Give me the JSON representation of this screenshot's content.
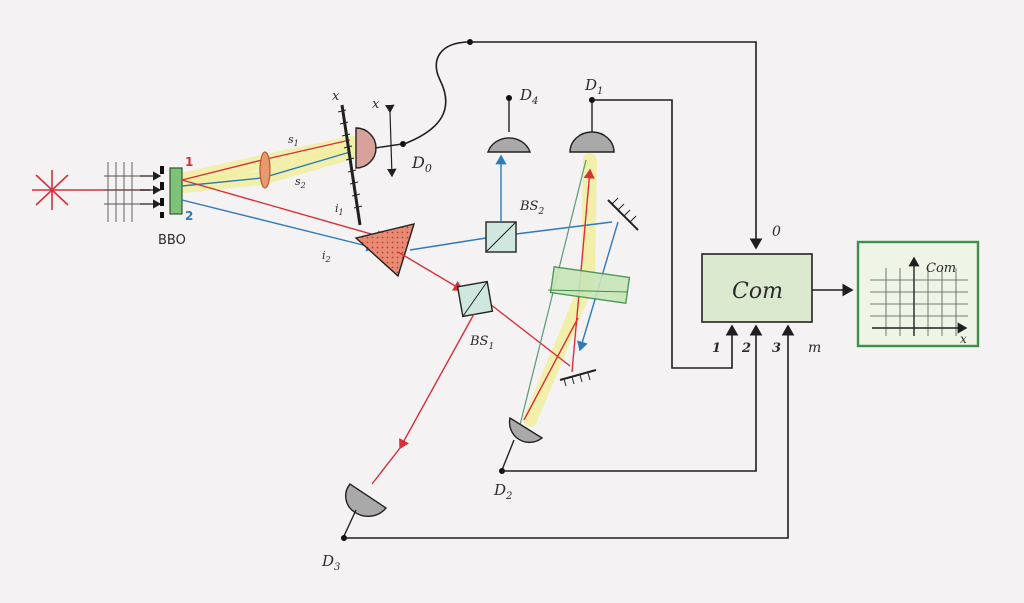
{
  "components": {
    "crystal": "BBO",
    "beamsplitter_1": "BS",
    "beamsplitter_1_sub": "1",
    "beamsplitter_2": "BS",
    "beamsplitter_2_sub": "2",
    "coincidence_counter": "Com",
    "scope_label": "Com",
    "scope_x_label": "x",
    "slit_mark_x1": "x",
    "slit_mark_x2": "x"
  },
  "beam_labels": {
    "signal_1": "s",
    "signal_1_sub": "1",
    "signal_2": "s",
    "signal_2_sub": "2",
    "idler_1": "i",
    "idler_1_sub": "1",
    "idler_2": "i",
    "idler_2_sub": "2",
    "source_red_index": "1",
    "source_blue_index": "2"
  },
  "detectors": {
    "d0": "D",
    "d0_sub": "0",
    "d1": "D",
    "d1_sub": "1",
    "d2": "D",
    "d2_sub": "2",
    "d3": "D",
    "d3_sub": "3",
    "d4": "D",
    "d4_sub": "4"
  },
  "inputs": {
    "in_0": "0",
    "in_1": "1",
    "in_2": "2",
    "in_3": "3",
    "in_m": "m"
  },
  "colors": {
    "red_beam": "#d8303a",
    "blue_beam": "#2f7ab8",
    "glow": "#f1ee9c",
    "counter_fill": "#dbe9cf",
    "scope_border": "#3e8f4a",
    "prism_fill": "#e0826e",
    "crystal_fill": "#7ec27a"
  },
  "icons": {
    "laser": "laser-star-icon"
  }
}
